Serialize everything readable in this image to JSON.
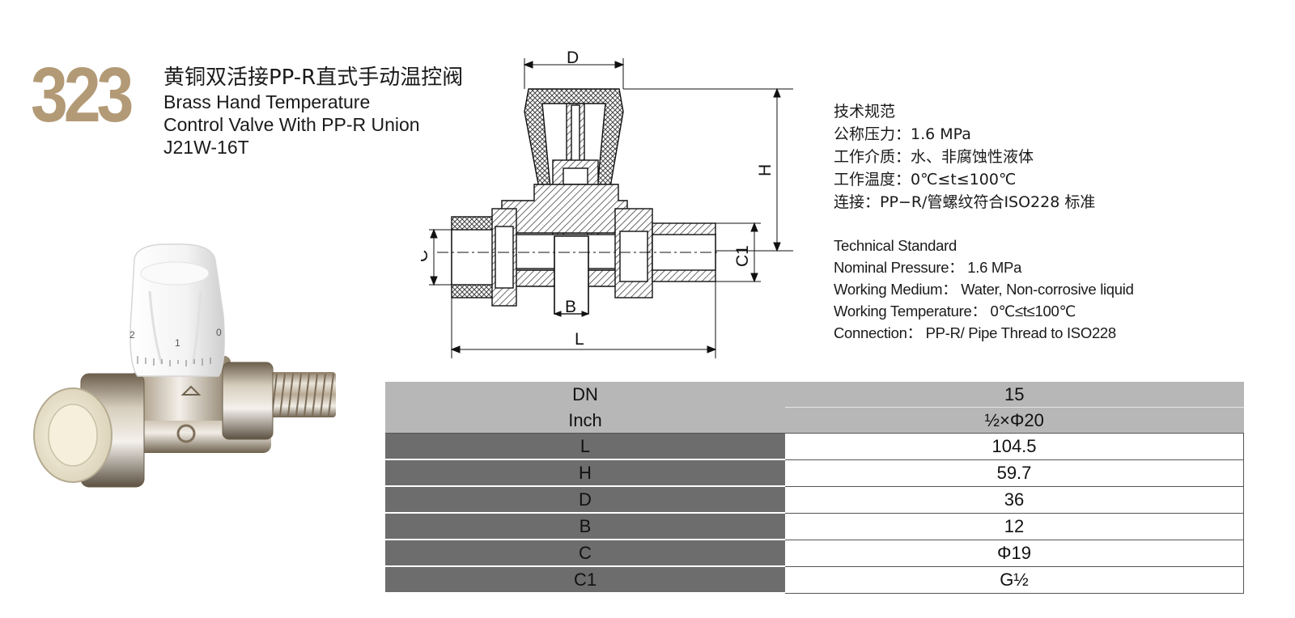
{
  "product": {
    "model_number": "323",
    "title_cn": "黄铜双活接PP-R直式手动温控阀",
    "title_en_line1": "Brass Hand Temperature",
    "title_en_line2": "Control Valve With PP-R Union",
    "model_code": "J21W-16T"
  },
  "photo": {
    "dial_marks": [
      "2",
      "1",
      "0"
    ]
  },
  "drawing": {
    "labels": {
      "D": "D",
      "H": "H",
      "C": "C",
      "C1": "C1",
      "B": "B",
      "L": "L"
    }
  },
  "spec_cn": {
    "heading": "技术规范",
    "pressure": "公称压力：1.6 MPa",
    "medium": "工作介质：水、非腐蚀性液体",
    "temperature": "工作温度：0℃≤t≤100℃",
    "connection": "连接：PP−R/管螺纹符合ISO228 标准"
  },
  "spec_en": {
    "heading": "Technical Standard",
    "pressure": "Nominal Pressure：  1.6 MPa",
    "medium": "Working Medium：  Water, Non-corrosive liquid",
    "temperature": "Working Temperature：  0℃≤t≤100℃",
    "connection": "Connection：  PP-R/ Pipe Thread to ISO228"
  },
  "table": {
    "header_rows": [
      {
        "label": "DN",
        "value": "15"
      },
      {
        "label": "Inch",
        "value": "½×Φ20"
      }
    ],
    "rows": [
      {
        "label": "L",
        "value": "104.5"
      },
      {
        "label": "H",
        "value": "59.7"
      },
      {
        "label": "D",
        "value": "36"
      },
      {
        "label": "B",
        "value": "12"
      },
      {
        "label": "C",
        "value": "Φ19"
      },
      {
        "label": "C1",
        "value": "G½"
      }
    ]
  },
  "colors": {
    "model_number": "#b39a76",
    "table_header_bg": "#b7b7b7",
    "table_label_bg": "#6d6d6d"
  }
}
